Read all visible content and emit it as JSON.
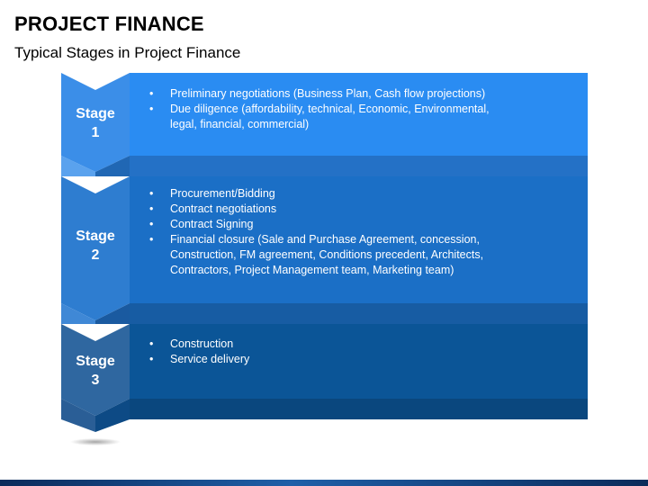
{
  "slide": {
    "title": "PROJECT FINANCE",
    "subtitle": "Typical Stages in Project Finance"
  },
  "stages": [
    {
      "label_word": "Stage",
      "label_num": "1",
      "color_main": "#2a8cf2",
      "color_band": "#2471c6",
      "color_arrow": "#3b8ee8",
      "color_arrow_dark": "#2067b4",
      "bullets": [
        "Preliminary negotiations (Business Plan, Cash flow projections)",
        "Due diligence (affordability, technical, Economic, Environmental, legal, financial, commercial)"
      ]
    },
    {
      "label_word": "Stage",
      "label_num": "2",
      "color_main": "#1b6fc6",
      "color_band": "#175ca3",
      "color_arrow": "#2e7dd0",
      "color_arrow_dark": "#1a5aa0",
      "bullets": [
        "Procurement/Bidding",
        "Contract negotiations",
        "Contract Signing",
        "Financial closure (Sale and Purchase Agreement, concession, Construction, FM agreement, Conditions precedent, Architects, Contractors, Project Management team, Marketing team)"
      ]
    },
    {
      "label_word": "Stage",
      "label_num": "3",
      "color_main": "#0b5597",
      "color_band": "#0a477e",
      "color_arrow": "#2f67a0",
      "color_arrow_dark": "#0d4a85",
      "bullets": [
        "Construction",
        "Service delivery"
      ]
    }
  ]
}
